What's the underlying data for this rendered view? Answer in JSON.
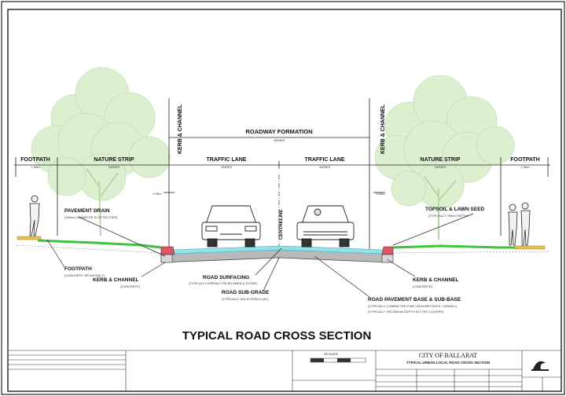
{
  "drawing": {
    "title": "TYPICAL ROAD CROSS SECTION",
    "labels": {
      "roadway_formation": "ROADWAY FORMATION",
      "footpath_left": "FOOTPATH",
      "nature_strip_left": "NATURE STRIP",
      "kerb_channel_left_vertical": "KERB & CHANNEL",
      "traffic_lane_left": "TRAFFIC LANE",
      "traffic_lane_right": "TRAFFIC LANE",
      "kerb_channel_right_vertical": "KERB & CHANNEL",
      "nature_strip_right": "NATURE STRIP",
      "footpath_right": "FOOTPATH",
      "centreline": "CENTRELINE",
      "pavement_drain": "PAVEMENT DRAIN",
      "pavement_drain_note": "(100mm DIAMETER SLOTTED PIPE)",
      "topsoil": "TOPSOIL & LAWN SEED",
      "topsoil_note": "(TYPICALLY 75mm DEPTH)",
      "footpath_bottom": "FOOTPATH",
      "footpath_bottom_note": "(CONCRETE OR ASPHALT)",
      "kerb_left": "KERB & CHANNEL",
      "kerb_left_note": "(CONCRETE)",
      "road_surfacing": "ROAD SURFACING",
      "road_surfacing_note": "(TYPICALLY ASPHALT OR BITUMEN & STONE)",
      "road_subgrade": "ROAD SUB-GRADE",
      "road_subgrade_note": "(TYPICALLY SOLID FIRM CLAY)",
      "kerb_right": "KERB & CHANNEL",
      "kerb_right_note": "(CONCRETE)",
      "pavement_base": "ROAD PAVEMENT BASE & SUB-BASE",
      "pavement_base_note1": "(TYPICALLY COMPACTED FINE CRUSHED ROCK / GRAVEL)",
      "pavement_base_note2": "(TYPICALLY 300-500mm DEPTH IN 2 OR 3 LAYERS)"
    },
    "dims": {
      "varies": "VARIES",
      "footpath_width": "1.50m",
      "kerb_height": "0.90m"
    }
  },
  "title_block": {
    "council": "CITY OF BALLARAT",
    "subtitle": "TYPICAL URBAN LOCAL ROAD CROSS SECTION",
    "scales": "SCALES"
  },
  "colors": {
    "grass": "#3ec43e",
    "road_surface": "#8fe3ea",
    "pavement_base": "#b9b9b9",
    "kerb": "#e05563",
    "footpath": "#e8c150",
    "tree": "#d7efcb"
  }
}
